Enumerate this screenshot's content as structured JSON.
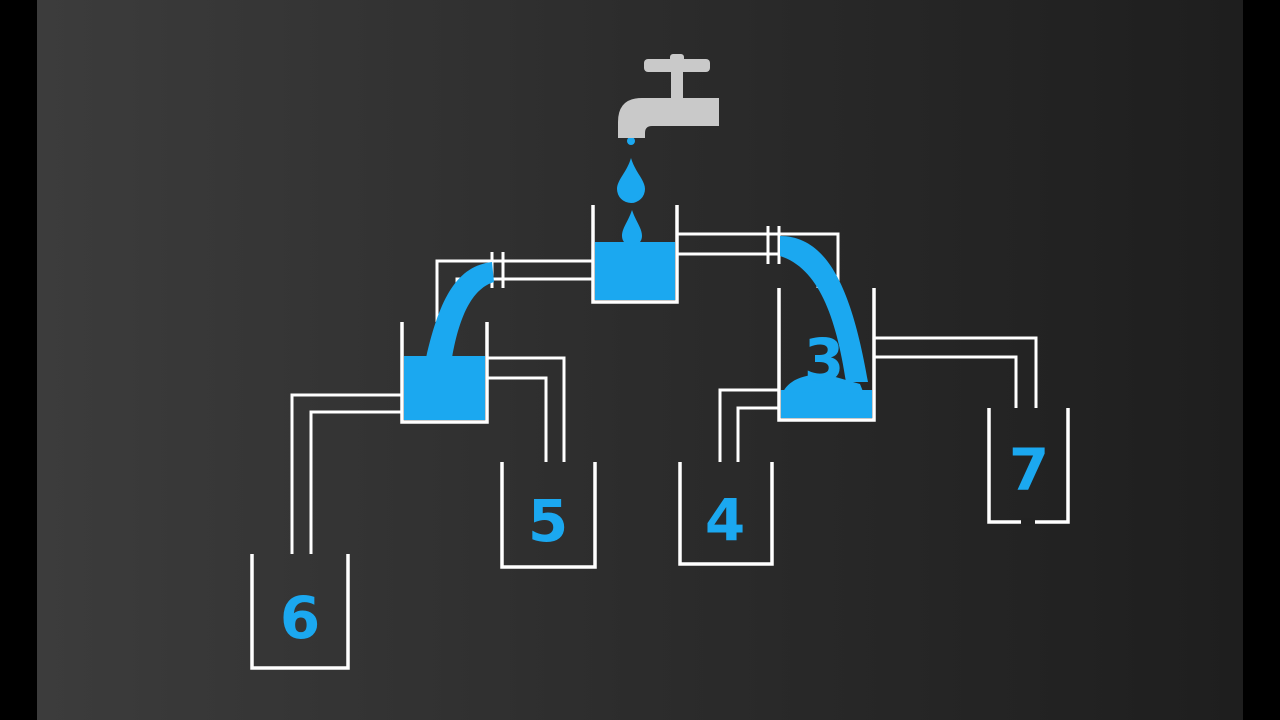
{
  "puzzle": {
    "colors": {
      "water": "#1ba8f0",
      "outline": "#ffffff",
      "faucet": "#c9c9c9",
      "label": "#1ba8f0",
      "background_light": "#3a3a3a",
      "background_dark": "#1c1c1c",
      "letterbox": "#000000"
    },
    "faucet": {
      "icon": "faucet-icon"
    },
    "containers": [
      {
        "id": "top",
        "label": "",
        "filled": true
      },
      {
        "id": "left-middle",
        "label": "",
        "filled": true
      },
      {
        "id": "right-middle",
        "label": "3",
        "filled": true
      },
      {
        "id": "bottom-6",
        "label": "6",
        "filled": false
      },
      {
        "id": "bottom-5",
        "label": "5",
        "filled": false
      },
      {
        "id": "bottom-4",
        "label": "4",
        "filled": false
      },
      {
        "id": "bottom-7",
        "label": "7",
        "filled": false
      }
    ]
  }
}
